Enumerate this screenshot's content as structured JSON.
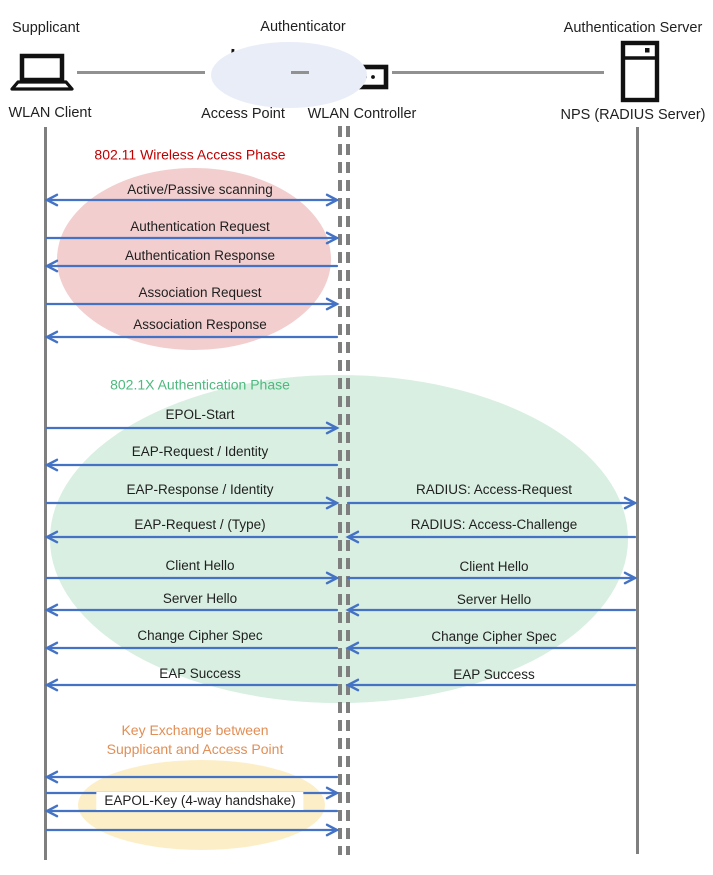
{
  "header": {
    "roles": {
      "supplicant": "Supplicant",
      "authenticator": "Authenticator",
      "auth_server": "Authentication Server"
    },
    "nodes": {
      "wlan_client": "WLAN Client",
      "access_point": "Access Point",
      "wlan_controller": "WLAN Controller",
      "nps": "NPS (RADIUS Server)"
    }
  },
  "phases": [
    {
      "title": "802.11 Wireless Access Phase",
      "title_color": "#C00000",
      "ellipse_color": "#F2CECE"
    },
    {
      "title": "802.1X Authentication Phase",
      "title_color": "#4DB97E",
      "ellipse_color": "#D8EFE2"
    },
    {
      "title": "Key Exchange between\nSupplicant and Access Point",
      "title_color": "#E28E55",
      "ellipse_color": "#FCEFC8"
    }
  ],
  "lanes": {
    "left": [
      {
        "label": "Active/Passive scanning",
        "dir": "both"
      },
      {
        "label": "Authentication Request",
        "dir": "right"
      },
      {
        "label": "Authentication Response",
        "dir": "left"
      },
      {
        "label": "Association Request",
        "dir": "right"
      },
      {
        "label": "Association Response",
        "dir": "left"
      },
      {
        "label": "EPOL-Start",
        "dir": "right"
      },
      {
        "label": "EAP-Request / Identity",
        "dir": "left"
      },
      {
        "label": "EAP-Response / Identity",
        "dir": "right"
      },
      {
        "label": "EAP-Request / (Type)",
        "dir": "left"
      },
      {
        "label": "Client Hello",
        "dir": "right"
      },
      {
        "label": "Server Hello",
        "dir": "left"
      },
      {
        "label": "Change Cipher Spec",
        "dir": "left"
      },
      {
        "label": "EAP Success",
        "dir": "left"
      },
      {
        "label": "",
        "dir": "left"
      },
      {
        "label": "",
        "dir": "right"
      },
      {
        "label": "EAPOL-Key (4-way handshake)",
        "dir": "left"
      },
      {
        "label": "",
        "dir": "right"
      }
    ],
    "right": [
      {
        "label": "RADIUS: Access-Request",
        "dir": "right"
      },
      {
        "label": "RADIUS: Access-Challenge",
        "dir": "left"
      },
      {
        "label": "Client Hello",
        "dir": "right"
      },
      {
        "label": "Server Hello",
        "dir": "left"
      },
      {
        "label": "Change Cipher Spec",
        "dir": "left"
      },
      {
        "label": "EAP Success",
        "dir": "left"
      }
    ]
  },
  "colors": {
    "arrow": "#4472C4",
    "lifeline": "#7F7F7F",
    "connector": "#919191",
    "text": "#1F1F1F",
    "authenticator_ellipse": "#E9EDF8"
  }
}
